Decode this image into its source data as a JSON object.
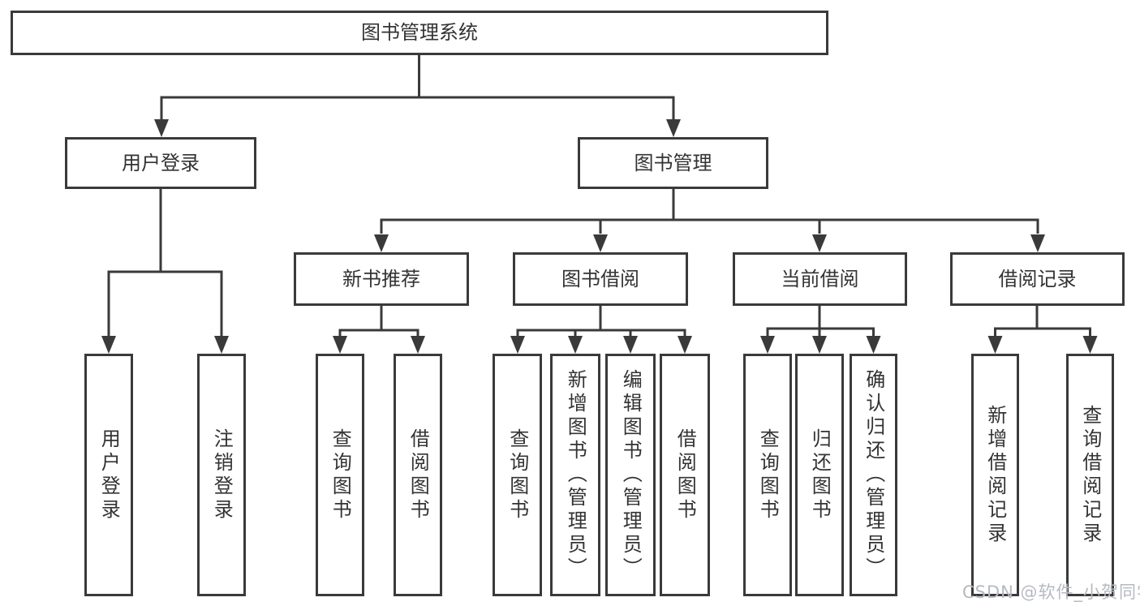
{
  "diagram": {
    "type": "tree-structure-diagram",
    "tree": {
      "root": {
        "label": "图书管理系统"
      },
      "branches": [
        {
          "label": "用户登录",
          "children": [
            {
              "label": "用户登录"
            },
            {
              "label": "注销登录"
            }
          ]
        },
        {
          "label": "图书管理",
          "children": [
            {
              "label": "新书推荐",
              "children": [
                {
                  "label": "查询图书"
                },
                {
                  "label": "借阅图书"
                }
              ]
            },
            {
              "label": "图书借阅",
              "children": [
                {
                  "label": "查询图书"
                },
                {
                  "label": "新增图书（管理员）"
                },
                {
                  "label": "编辑图书（管理员）"
                },
                {
                  "label": "借阅图书"
                }
              ]
            },
            {
              "label": "当前借阅",
              "children": [
                {
                  "label": "查询图书"
                },
                {
                  "label": "归还图书"
                },
                {
                  "label": "确认归还（管理员）"
                }
              ]
            },
            {
              "label": "借阅记录",
              "children": [
                {
                  "label": "新增借阅记录"
                },
                {
                  "label": "查询借阅记录"
                }
              ]
            }
          ]
        }
      ]
    },
    "theme": {
      "line_color": "#3a3a3a",
      "text_color": "#333333",
      "background": "#ffffff",
      "watermark_color": "#b6bac0"
    }
  },
  "watermark": {
    "text": "CSDN @软件_小贺同学"
  }
}
